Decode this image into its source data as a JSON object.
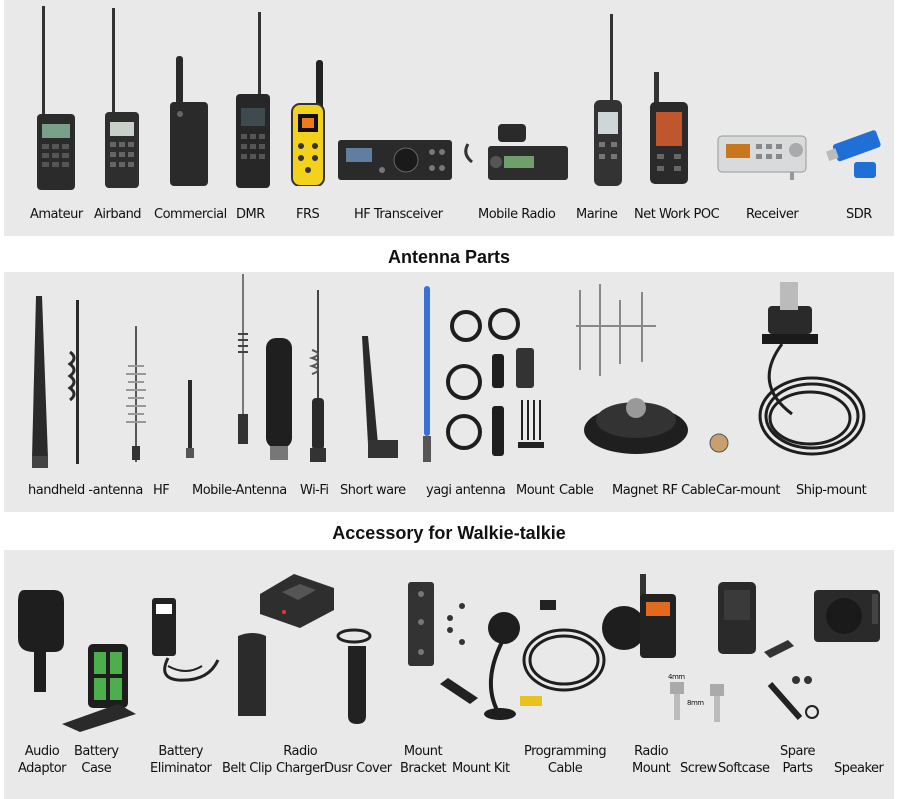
{
  "sections": {
    "radios": {
      "labels": [
        "Amateur",
        "Airband",
        "Commercial",
        "DMR",
        "FRS",
        "HF Transceiver",
        "Mobile Radio",
        "Marine",
        "Net Work POC",
        "Receiver",
        "SDR"
      ]
    },
    "antenna": {
      "title": "Antenna Parts",
      "labels": [
        "handheld -antenna",
        "HF",
        "Mobile-Antenna",
        "Wi-Fi",
        "Short ware",
        "yagi antenna",
        "Mount",
        "Cable",
        "Magnet",
        "RF Cable",
        "Car-mount",
        "Ship-mount"
      ]
    },
    "accessory": {
      "title": "Accessory for Walkie-talkie",
      "labels": [
        [
          "Audio",
          "Adaptor"
        ],
        [
          "Battery",
          "Case"
        ],
        [
          "Battery",
          "Eliminator"
        ],
        [
          "",
          "Belt Clip"
        ],
        [
          "Radio",
          "Charger"
        ],
        [
          "",
          "Dusr Cover"
        ],
        [
          "Mount",
          "Bracket"
        ],
        [
          "",
          "Mount Kit"
        ],
        [
          "Programming",
          "Cable"
        ],
        [
          "Radio",
          "Mount"
        ],
        [
          "",
          "Screw"
        ],
        [
          "",
          "Softcase"
        ],
        [
          "Spare",
          "Parts"
        ],
        [
          "",
          "Speaker"
        ]
      ],
      "screw_dims": [
        "4mm",
        "8mm"
      ]
    }
  },
  "colors": {
    "panel": "#e9e9e9",
    "device": "#2a2a2a",
    "frs_yellow": "#f2d21b",
    "yagi_blue": "#3a6fd8",
    "sdr_blue": "#1f6fd6"
  }
}
